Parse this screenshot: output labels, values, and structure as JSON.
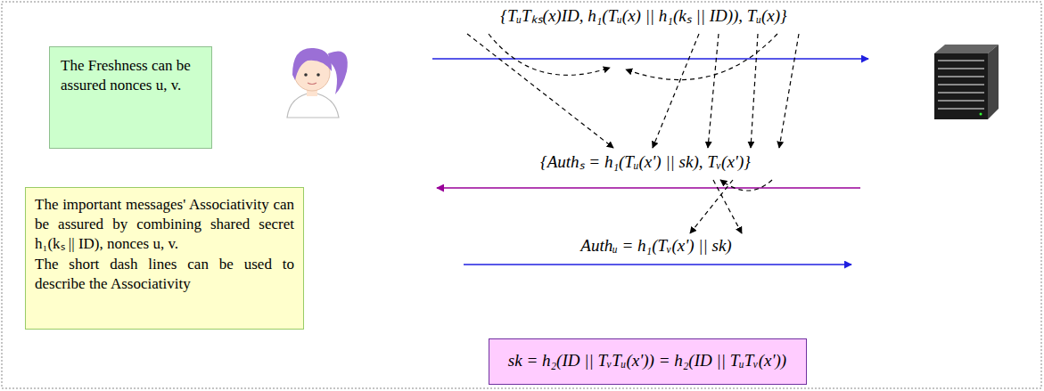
{
  "diagram": {
    "nodes": [
      {
        "text": [
          "The Freshness can be assured nonces u, v."
        ]
      },
      {
        "text": [
          "The important messages' Associativity can be assured by combining shared secret h₁(kₛ || ID), nonces u, v.",
          "The short dash lines can be used to describe the Associativity"
        ]
      },
      {
        "text": [
          "sk = h₂(ID || TᵥTᵤ(x')) = h₂(ID || TᵤTᵥ(x'))"
        ]
      }
    ],
    "labels": [
      "{TᵤTₖₛ(x)ID, h₁(Tᵤ(x) || h₁(kₛ || ID)), Tᵤ(x)}",
      "{Authₛ = h₁(Tᵤ(x') || sk), Tᵥ(x')}",
      "Authᵤ = h₁(Tᵥ(x') || sk)"
    ]
  }
}
